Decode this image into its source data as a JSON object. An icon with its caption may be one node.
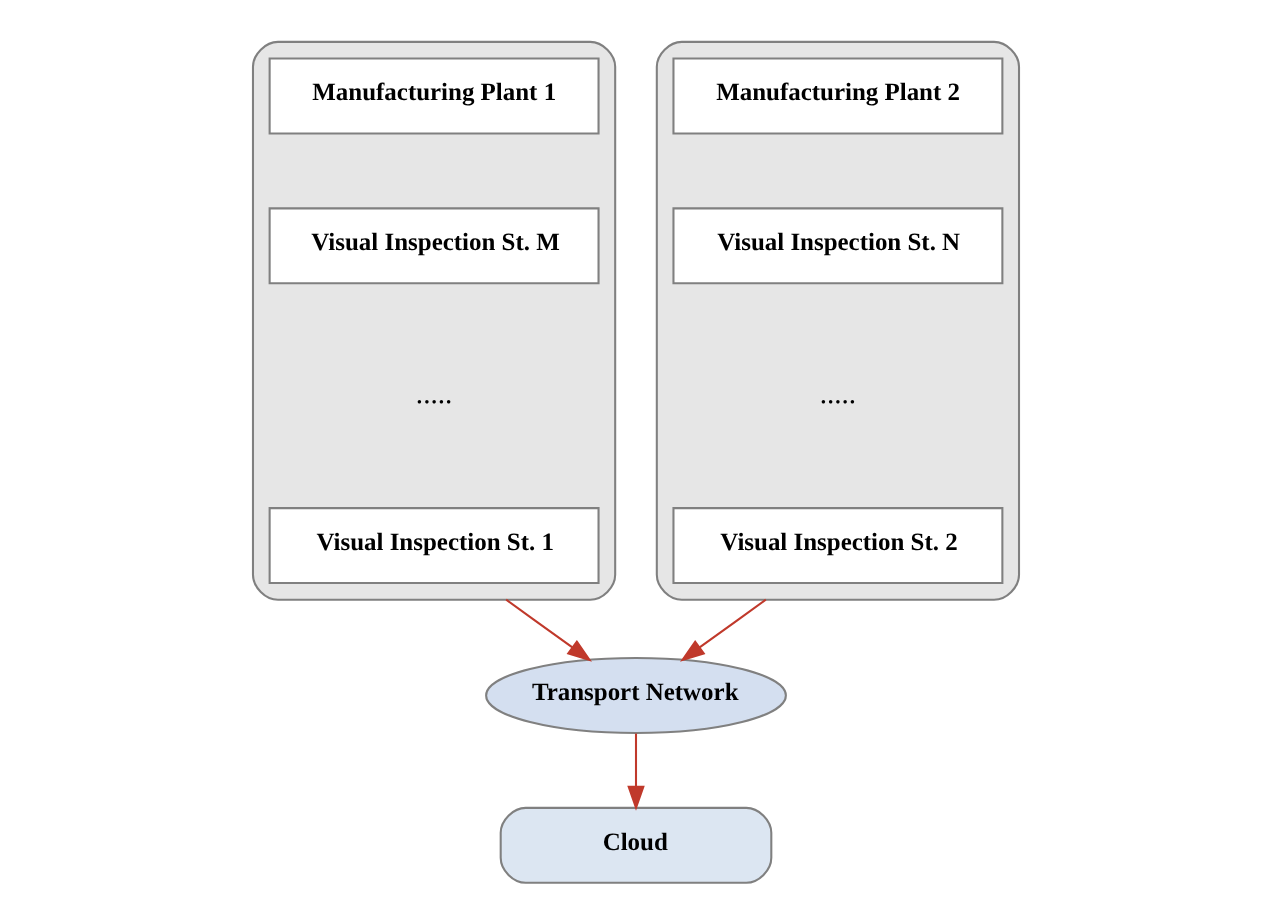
{
  "diagram": {
    "nodes": [
      {
        "text": [],
        "shape": "box"
      },
      {
        "text": [
          "Manufacturing Plant 1"
        ],
        "in": 0
      },
      {
        "text": [
          "Visual Inspection St. M"
        ],
        "in": 0
      },
      {
        "text": [
          "Visual Inspection St. 1"
        ],
        "in": 0
      },
      {
        "text": [
          "Cloud"
        ]
      },
      {
        "text": [],
        "shape": "box"
      },
      {
        "text": [
          "Manufacturing Plant 2"
        ],
        "in": 5
      },
      {
        "text": [
          "Visual Inspection St. N"
        ],
        "in": 5
      },
      {
        "text": [
          "Visual Inspection St. 2"
        ],
        "in": 5
      },
      {
        "text": [
          "Transport Network"
        ]
      }
    ],
    "edges": [
      {
        "from": 0,
        "to": 9,
        "arrow": "to"
      },
      {
        "from": 9,
        "to": 4,
        "arrow": "to"
      },
      {
        "from": 5,
        "to": 9,
        "arrow": "to"
      }
    ],
    "labels": [
      ".....",
      "....."
    ]
  }
}
